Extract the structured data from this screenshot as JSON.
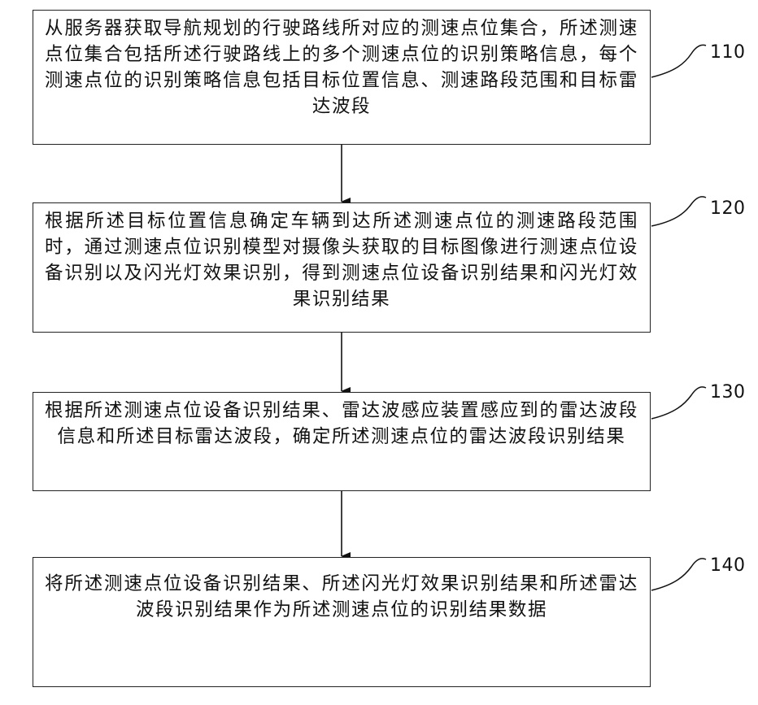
{
  "steps": [
    {
      "label": "110",
      "text": "从服务器获取导航规划的行驶路线所对应的测速点位集合，所述测速点位集合包括所述行驶路线上的多个测速点位的识别策略信息，每个测速点位的识别策略信息包括目标位置信息、测速路段范围和目标雷达波段"
    },
    {
      "label": "120",
      "text": "根据所述目标位置信息确定车辆到达所述测速点位的测速路段范围时，通过测速点位识别模型对摄像头获取的目标图像进行测速点位设备识别以及闪光灯效果识别，得到测速点位设备识别结果和闪光灯效果识别结果"
    },
    {
      "label": "130",
      "text": "根据所述测速点位设备识别结果、雷达波感应装置感应到的雷达波段信息和所述目标雷达波段，确定所述测速点位的雷达波段识别结果"
    },
    {
      "label": "140",
      "text": "将所述测速点位设备识别结果、所述闪光灯效果识别结果和所述雷达波段识别结果作为所述测速点位的识别结果数据"
    }
  ]
}
